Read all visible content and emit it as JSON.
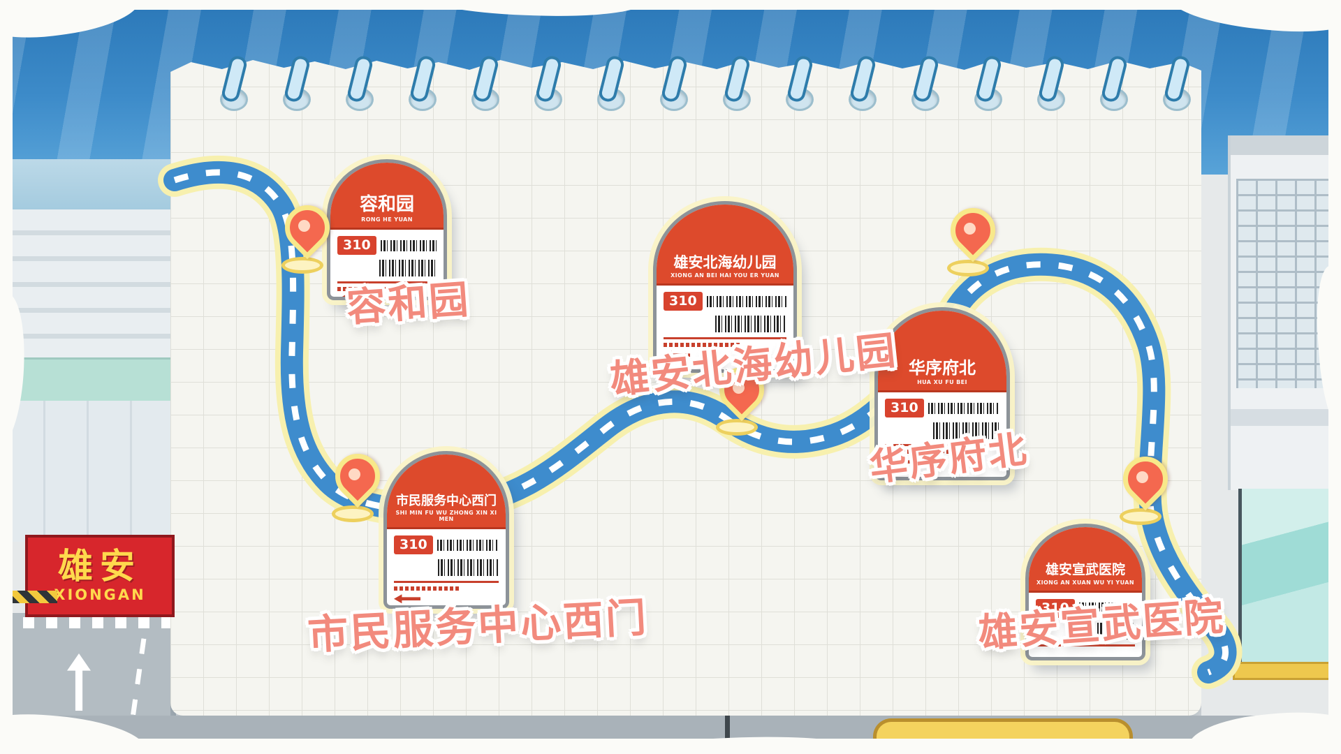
{
  "route": {
    "number": "310"
  },
  "corner_sign": {
    "cn": "雄安",
    "en": "XIONGAN"
  },
  "stops": [
    {
      "name": "容和园",
      "pinyin": "RONG HE YUAN",
      "route": "310"
    },
    {
      "name": "雄安北海幼儿园",
      "pinyin": "XIONG AN BEI HAI YOU ER YUAN",
      "route": "310"
    },
    {
      "name": "华序府北",
      "pinyin": "HUA XU FU BEI",
      "route": "310"
    },
    {
      "name": "市民服务中心西门",
      "pinyin": "SHI MIN FU WU ZHONG XIN XI MEN",
      "route": "310"
    },
    {
      "name": "雄安宣武医院",
      "pinyin": "XIONG AN XUAN WU YI YUAN",
      "route": "310"
    }
  ],
  "colors": {
    "route_blue": "#3e8ccd",
    "route_halo": "#f7f0ae",
    "sign_red": "#dd4a2c",
    "label_coral": "#f28a7d",
    "pin_red": "#f4684f",
    "pin_ring_yellow": "#f8e88a",
    "sky_blue": "#2f80c3",
    "paper": "#f5f5f0"
  }
}
